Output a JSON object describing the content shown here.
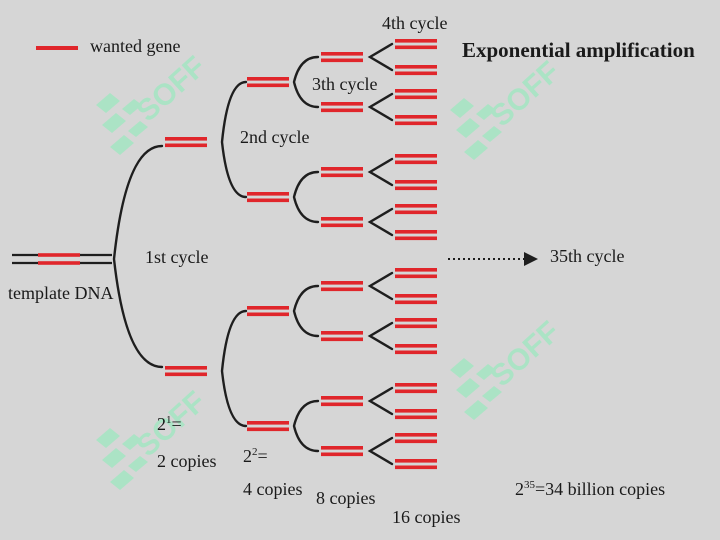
{
  "title": "Exponential amplification",
  "legend": {
    "label": "wanted gene",
    "color": "#e0262b"
  },
  "colors": {
    "gene": "#e0262b",
    "strand": "#1e1e1e",
    "background": "#d6d6d6",
    "watermark": "#a6e5c3"
  },
  "watermark_text": "SOFF",
  "labels": {
    "template": "template DNA",
    "cycle1": "1st cycle",
    "cycle2": "2nd cycle",
    "cycle3": "3th cycle",
    "cycle4": "4th cycle",
    "cycle35": "35th cycle"
  },
  "copies": [
    {
      "base": "2",
      "exp": "1",
      "eq": "=",
      "text": "2 copies"
    },
    {
      "base": "2",
      "exp": "2",
      "eq": "=",
      "text": "4 copies"
    },
    {
      "text": "8 copies"
    },
    {
      "text": "16 copies"
    },
    {
      "base": "2",
      "exp": "35",
      "eq": "=34 billion copies"
    }
  ]
}
